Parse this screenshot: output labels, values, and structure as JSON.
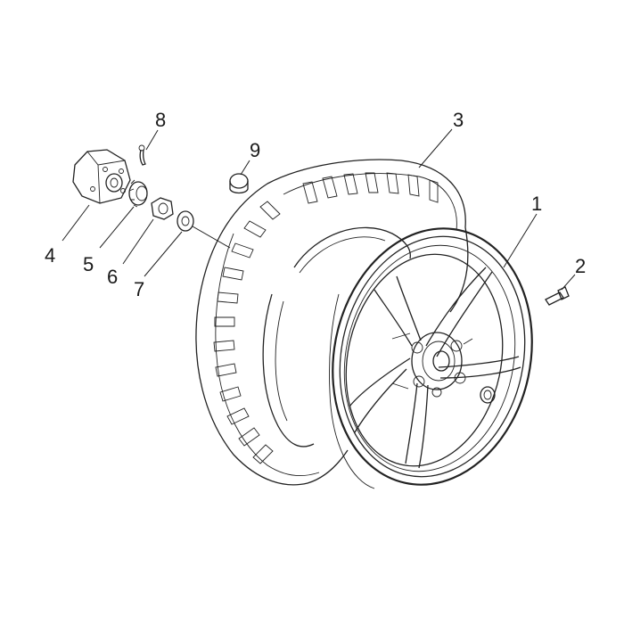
{
  "diagram": {
    "callouts": [
      {
        "id": "1",
        "label": "1"
      },
      {
        "id": "2",
        "label": "2"
      },
      {
        "id": "3",
        "label": "3"
      },
      {
        "id": "4",
        "label": "4"
      },
      {
        "id": "5",
        "label": "5"
      },
      {
        "id": "6",
        "label": "6"
      },
      {
        "id": "7",
        "label": "7"
      },
      {
        "id": "8",
        "label": "8"
      },
      {
        "id": "9",
        "label": "9"
      }
    ],
    "colors": {
      "line": "#222222",
      "background": "#ffffff"
    }
  }
}
